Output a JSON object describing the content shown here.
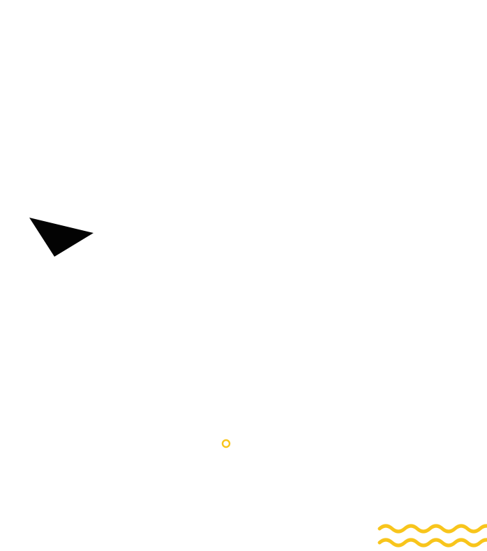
{
  "decorations": {
    "triangle": {
      "icon": "triangle-shape",
      "color": "#030303"
    },
    "ring": {
      "icon": "ring-outline",
      "color": "#f8c51c"
    },
    "waves": {
      "icon": "double-wave-squiggle",
      "color": "#f8c51c"
    }
  }
}
